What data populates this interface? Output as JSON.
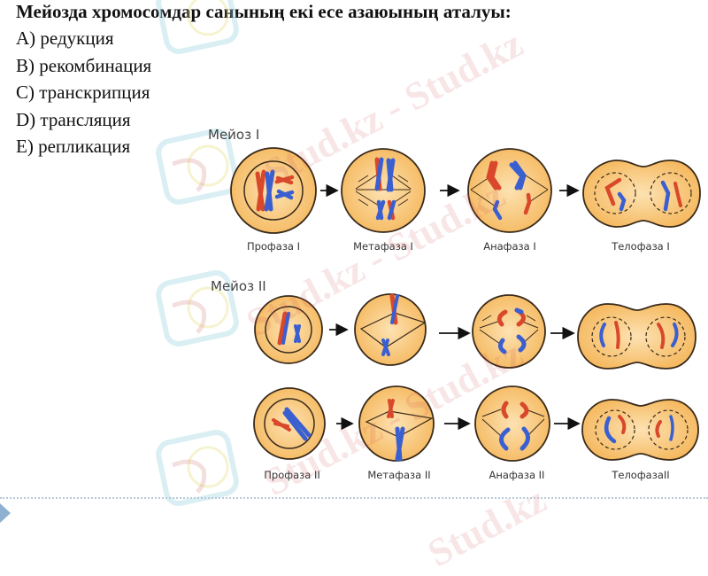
{
  "question": {
    "text": "Мейозда хромосомдар санының екі есе азаюының аталуы:",
    "options": [
      {
        "letter": "A",
        "label": "A) редукция"
      },
      {
        "letter": "B",
        "label": "B) рекомбинация"
      },
      {
        "letter": "C",
        "label": "C) транскрипция"
      },
      {
        "letter": "D",
        "label": "D) трансляция"
      },
      {
        "letter": "E",
        "label": "E) репликация"
      }
    ]
  },
  "diagram": {
    "meiosis1": {
      "title": "Мейоз I",
      "phases": [
        "Профаза I",
        "Метафаза I",
        "Анафаза I",
        "Телофаза I"
      ]
    },
    "meiosis2": {
      "title": "Мейоз II",
      "phases": [
        "Профаза II",
        "Метафаза II",
        "Анафаза II",
        "ТелофазаII"
      ]
    },
    "colors": {
      "cell_fill": "#f7c77a",
      "cell_center": "#fde2b2",
      "cell_outline": "#3a2a1a",
      "chromosome_red": "#d9482b",
      "chromosome_blue": "#3a5fd0"
    }
  },
  "watermark": {
    "text_1": "Stud.kz - Stud.kz",
    "text_2": "Stud.kz - Stud.kz",
    "text_3": "Stud.kz - Stud.kz",
    "text_4": "Stud.kz"
  }
}
